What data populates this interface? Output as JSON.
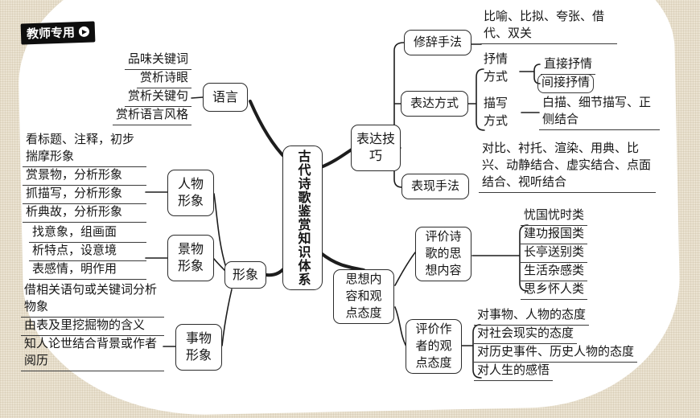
{
  "badge": {
    "label": "教师专用",
    "icon": "play-circle-icon"
  },
  "center": {
    "title": "古代诗歌鉴赏知识体系"
  },
  "palette": {
    "paper": "#ebe3d2",
    "panel": "#ffffff",
    "ink": "#1d1d1d",
    "badge_bg": "#0e0e0e"
  },
  "branches": {
    "language": {
      "label": "语言",
      "items": [
        "品味关键词",
        "赏析诗眼",
        "赏析关键句",
        "赏析语言风格"
      ]
    },
    "image": {
      "label": "形象",
      "renwu": {
        "label": "人物形象",
        "items": [
          "看标题、注释，初步揣摩形象",
          "赏景物，分析形象",
          "抓描写，分析形象",
          "析典故，分析形象"
        ]
      },
      "jingwu": {
        "label": "景物形象",
        "items": [
          "找意象，组画面",
          "析特点，设意境",
          "表感情，明作用"
        ]
      },
      "shiwu": {
        "label": "事物形象",
        "items": [
          "借相关语句或关键词分析物象",
          "由表及里挖掘物的含义",
          "知人论世结合背景或作者阅历"
        ]
      }
    },
    "technique": {
      "label": "表达技巧",
      "xiuci": {
        "label": "修辞手法",
        "items": [
          "比喻、比拟、夸张、借代、双关"
        ]
      },
      "biaoda": {
        "label": "表达方式",
        "shuqing": {
          "label": "抒情方式",
          "items": [
            "直接抒情",
            "间接抒情"
          ]
        },
        "miaoxie": {
          "label": "描写方式",
          "items": [
            "白描、细节描写、正侧结合"
          ]
        }
      },
      "biaoxian": {
        "label": "表现手法",
        "items": [
          "对比、衬托、渲染、用典、比兴、动静结合、虚实结合、点面结合、视听结合"
        ]
      }
    },
    "content": {
      "label": "思想内容和观点态度",
      "shige": {
        "label": "评价诗歌的思想内容",
        "items": [
          "忧国忧时类",
          "建功报国类",
          "长亭送别类",
          "生活杂感类",
          "思乡怀人类"
        ]
      },
      "zuozhe": {
        "label": "评价作者的观点态度",
        "items": [
          "对事物、人物的态度",
          "对社会现实的态度",
          "对历史事件、历史人物的态度",
          "对人生的感悟"
        ]
      }
    }
  }
}
